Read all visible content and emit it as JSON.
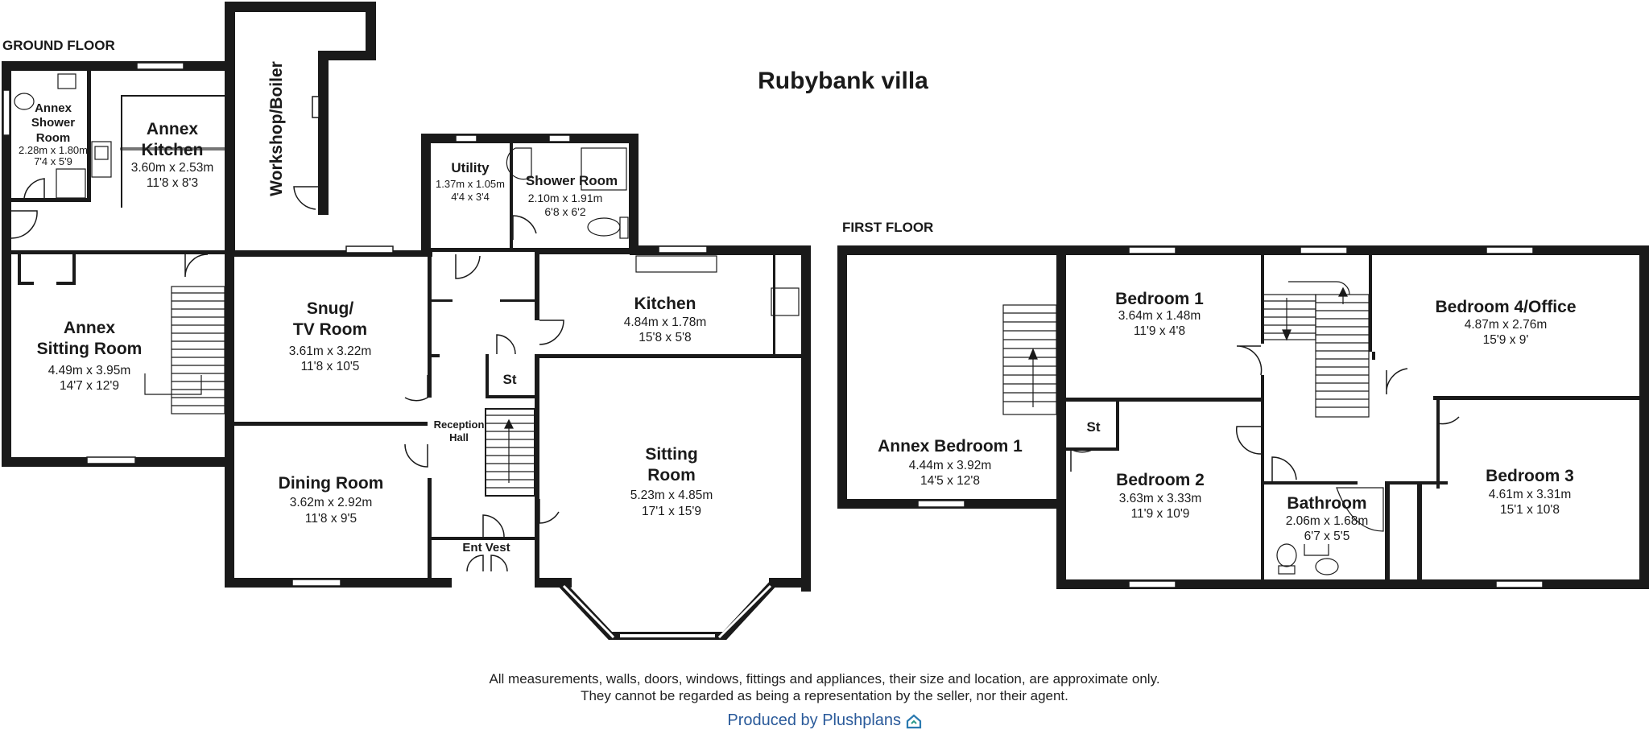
{
  "title": "Rubybank villa",
  "floors": {
    "ground": "GROUND FLOOR",
    "first": "FIRST FLOOR"
  },
  "rooms": {
    "annex_shower": {
      "n1": "Annex",
      "n2": "Shower",
      "n3": "Room",
      "m": "2.28m x 1.80m",
      "f": "7'4 x 5'9"
    },
    "annex_kitchen": {
      "n1": "Annex",
      "n2": "Kitchen",
      "m": "3.60m x 2.53m",
      "f": "11'8 x 8'3"
    },
    "workshop": {
      "n": "Workshop/Boiler"
    },
    "utility": {
      "n": "Utility",
      "m": "1.37m x 1.05m",
      "f": "4'4 x 3'4"
    },
    "shower_room": {
      "n": "Shower Room",
      "m": "2.10m x 1.91m",
      "f": "6'8 x 6'2"
    },
    "annex_sitting": {
      "n1": "Annex",
      "n2": "Sitting Room",
      "m": "4.49m x 3.95m",
      "f": "14'7 x 12'9"
    },
    "snug": {
      "n1": "Snug/",
      "n2": "TV Room",
      "m": "3.61m x 3.22m",
      "f": "11'8 x 10'5"
    },
    "kitchen": {
      "n": "Kitchen",
      "m": "4.84m x 1.78m",
      "f": "15'8 x 5'8"
    },
    "store_ground": {
      "n": "St"
    },
    "reception": {
      "n1": "Reception",
      "n2": "Hall"
    },
    "sitting": {
      "n1": "Sitting",
      "n2": "Room",
      "m": "5.23m x 4.85m",
      "f": "17'1 x 15'9"
    },
    "dining": {
      "n": "Dining Room",
      "m": "3.62m x 2.92m",
      "f": "11'8 x 9'5"
    },
    "ent_vest": {
      "n": "Ent Vest"
    },
    "annex_bed1": {
      "n": "Annex Bedroom 1",
      "m": "4.44m x 3.92m",
      "f": "14'5 x 12'8"
    },
    "bed1": {
      "n": "Bedroom 1",
      "m": "3.64m x 1.48m",
      "f": "11'9 x 4'8"
    },
    "bed4": {
      "n": "Bedroom 4/Office",
      "m": "4.87m x 2.76m",
      "f": "15'9 x 9'"
    },
    "store_first": {
      "n": "St"
    },
    "bed2": {
      "n": "Bedroom 2",
      "m": "3.63m x 3.33m",
      "f": "11'9 x 10'9"
    },
    "bathroom": {
      "n": "Bathroom",
      "m": "2.06m x 1.68m",
      "f": "6'7 x 5'5"
    },
    "bed3": {
      "n": "Bedroom 3",
      "m": "4.61m x 3.31m",
      "f": "15'1 x 10'8"
    }
  },
  "disclaimer": {
    "line1": "All measurements, walls, doors, windows, fittings and appliances, their size and location, are approximate only.",
    "line2": "They cannot be regarded as being a representation by the seller, nor their agent."
  },
  "credit": "Produced by Plushplans",
  "colors": {
    "wall": "#1a1a1a",
    "brand": "#2a5a9a"
  }
}
